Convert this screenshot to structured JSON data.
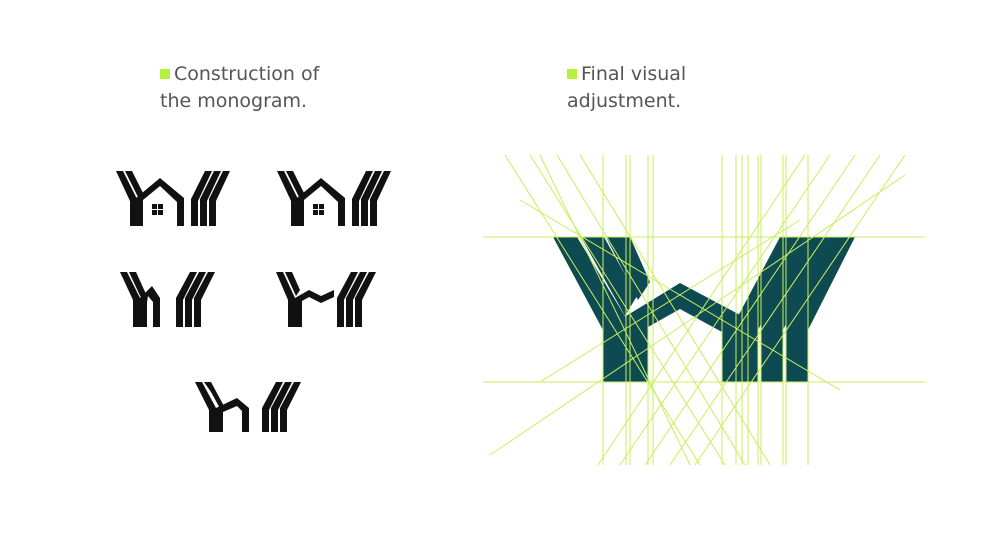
{
  "colors": {
    "background": "#ffffff",
    "accent": "#b5f03c",
    "caption_text": "#555555",
    "monogram_black": "#111111",
    "monogram_final": "#0e4a52",
    "guide_lines": "#c8ef5e"
  },
  "left_section": {
    "caption": "Construction of the monogram.",
    "caption_line1": "Construction of",
    "caption_line2": "the monogram."
  },
  "right_section": {
    "caption": "Final visual adjustment.",
    "caption_line1": "Final visual",
    "caption_line2": "adjustment."
  }
}
